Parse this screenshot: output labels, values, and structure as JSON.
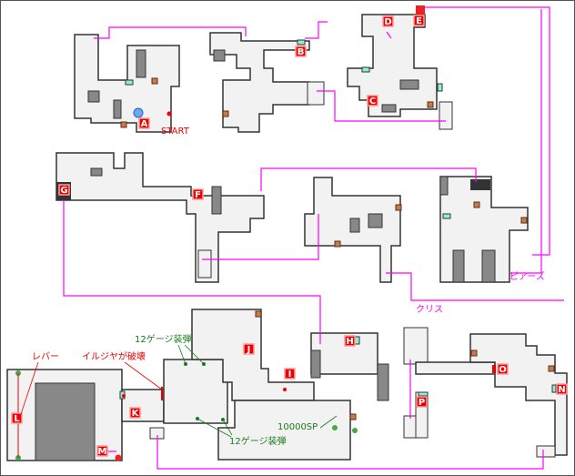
{
  "markers": {
    "A": "A",
    "B": "B",
    "C": "C",
    "D": "D",
    "E": "E",
    "F": "F",
    "G": "G",
    "H": "H",
    "I": "I",
    "J": "J",
    "K": "K",
    "L": "L",
    "M": "M",
    "N": "N",
    "O": "O",
    "P": "P"
  },
  "labels": {
    "start": "START",
    "piers": "ピアーズ",
    "chris": "クリス",
    "lever": "レバー",
    "ilziya_destroy": "イルジヤが破壊",
    "shells_1": "12ゲージ装弾",
    "shells_2": "12ゲージ装弾",
    "sp": "10000SP"
  },
  "colors": {
    "route": "#ff00ff",
    "marker": "#ee0000",
    "item": "#1a7a1a",
    "crate": "#c87a4a",
    "door": "#8ff0d8"
  }
}
